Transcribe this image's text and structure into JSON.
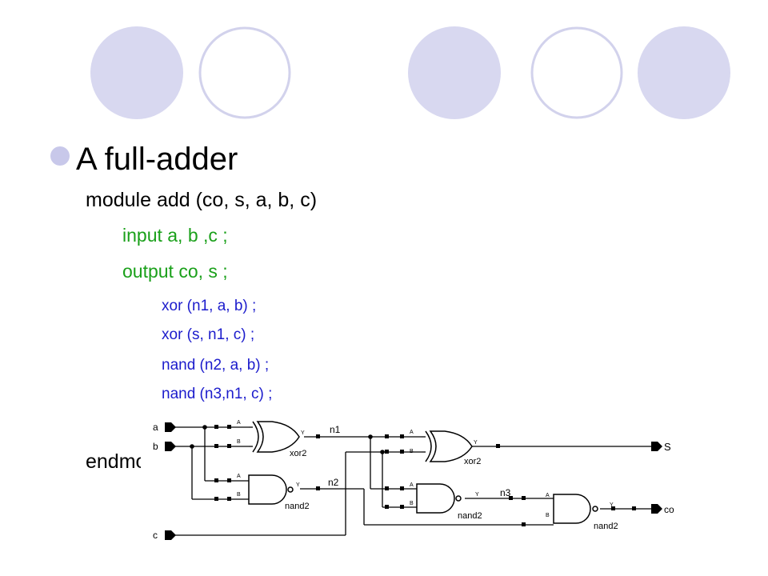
{
  "slide": {
    "title": "A full-adder",
    "code": [
      "module add (co, s, a, b, c)",
      "input a, b ,c ;",
      "output co, s ;",
      "xor (n1, a, b) ;",
      "xor (s, n1, c) ;",
      "nand (n2, a, b) ;",
      "nand (n3,n1, c) ;",
      "endmodule"
    ]
  },
  "schematic": {
    "inputs": [
      "a",
      "b",
      "c"
    ],
    "outputs": [
      "S",
      "co"
    ],
    "nets": [
      "n1",
      "n2",
      "n3"
    ],
    "gates": [
      {
        "type": "xor2",
        "pins": [
          "A",
          "B",
          "Y"
        ]
      },
      {
        "type": "xor2",
        "pins": [
          "A",
          "B",
          "Y"
        ]
      },
      {
        "type": "nand2",
        "pins": [
          "A",
          "B",
          "Y"
        ]
      },
      {
        "type": "nand2",
        "pins": [
          "A",
          "B",
          "Y"
        ]
      },
      {
        "type": "nand2",
        "pins": [
          "A",
          "B",
          "Y"
        ]
      }
    ]
  },
  "colors": {
    "decor_fill": "#d8d8f0",
    "decor_outline": "#d2d2ec",
    "keyword_green": "#1aa01a",
    "statement_blue": "#1c1ccc"
  }
}
